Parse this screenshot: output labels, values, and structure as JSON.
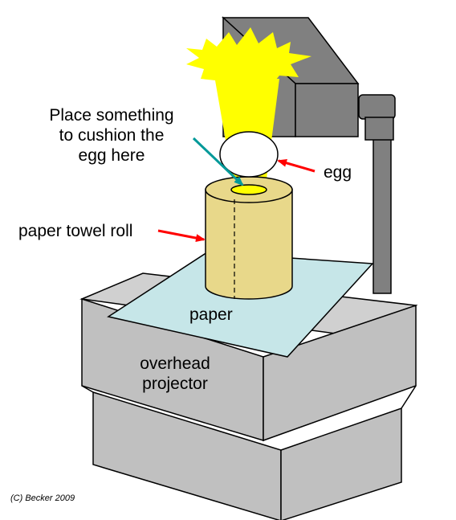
{
  "labels": {
    "cushion_note": "Place something\nto cushion the\negg here",
    "egg": "egg",
    "paper_towel_roll": "paper towel roll",
    "paper": "paper",
    "projector": "overhead\nprojector"
  },
  "credit": "(C) Becker 2009",
  "colors": {
    "projector_gray": "#c0c0c0",
    "head_gray": "#808080",
    "light_yellow": "#ffff00",
    "roll_tan": "#e8d88a",
    "paper_blue": "#c6e6e8",
    "arrow_red": "#ff0000",
    "arrow_teal": "#009999"
  }
}
